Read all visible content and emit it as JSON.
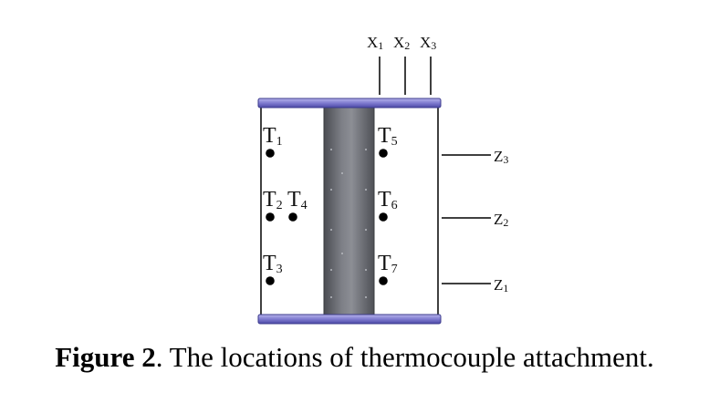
{
  "thermocouples": [
    {
      "id": "T1",
      "main": "T",
      "sub": "1"
    },
    {
      "id": "T2",
      "main": "T",
      "sub": "2"
    },
    {
      "id": "T3",
      "main": "T",
      "sub": "3"
    },
    {
      "id": "T4",
      "main": "T",
      "sub": "4"
    },
    {
      "id": "T5",
      "main": "T",
      "sub": "5"
    },
    {
      "id": "T6",
      "main": "T",
      "sub": "6"
    },
    {
      "id": "T7",
      "main": "T",
      "sub": "7"
    }
  ],
  "x_positions": [
    {
      "main": "X",
      "sub": "1"
    },
    {
      "main": "X",
      "sub": "2"
    },
    {
      "main": "X",
      "sub": "3"
    }
  ],
  "z_positions": [
    {
      "main": "Z",
      "sub": "3"
    },
    {
      "main": "Z",
      "sub": "2"
    },
    {
      "main": "Z",
      "sub": "1"
    }
  ],
  "caption": {
    "label": "Figure 2",
    "text": ". The locations of thermocouple attachment."
  },
  "colors": {
    "plate": "#8a86d6",
    "plate_edge": "#3b3a8c",
    "heater": "#6f7178",
    "heater_dark": "#4a4c52",
    "heater_light": "#9a9ca2",
    "line": "#000000"
  }
}
